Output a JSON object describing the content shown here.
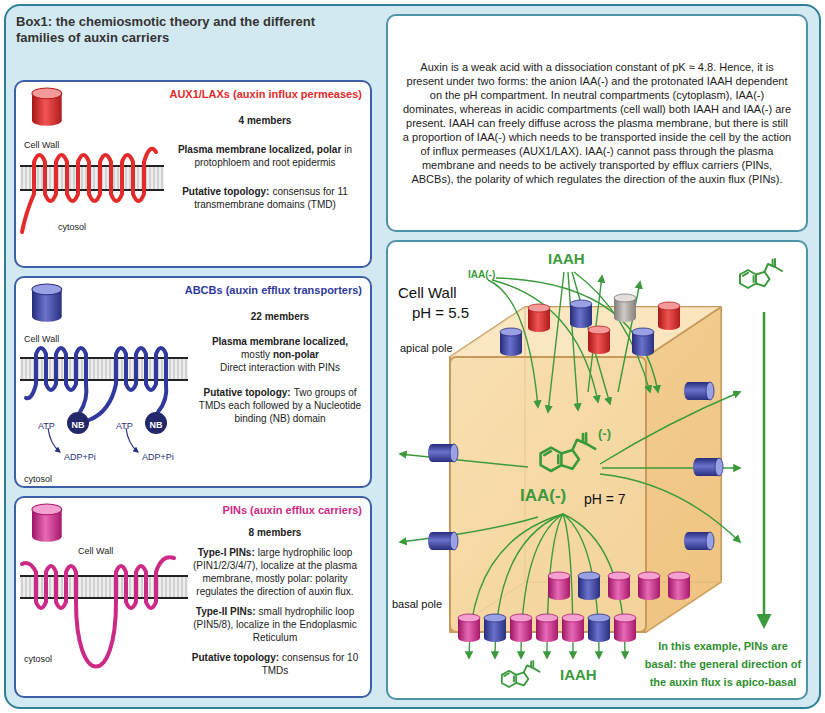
{
  "diagram": {
    "nodes": [
      {
        "text": [
          "Box1: the chemiosmotic theory and the different families of auxin carriers"
        ]
      },
      {
        "text": [
          "AUX1/LAXs (auxin influx permeases)",
          "4 members",
          "Plasma membrane localized, polar",
          "in protophloem and root epidermis",
          "Putative topology:",
          "consensus for 11 transmembrane domains (TMD)"
        ],
        "in": 0
      },
      {
        "text": [
          "ABCBs (auxin efflux transporters)",
          "22 members",
          "Plasma membrane localized,",
          "mostly",
          "non-polar",
          "Direct interaction with PINs",
          "Putative topology:",
          "Two groups of TMDs each followed by a Nucleotide binding (NB) domain"
        ],
        "in": 0
      },
      {
        "text": [
          "PINs (auxin efflux carriers)",
          "8 members",
          "Type-I PINs:",
          "large hydrophilic loop (PIN1/2/3/4/7), localize at the plasma membrane, mostly polar: polarity regulates the direction of auxin flux.",
          "Type-II PINs:",
          "small hydrophilic loop (PIN5/8), localize in the Endoplasmic Reticulum",
          "Putative topology:",
          "consensus for 10 TMDs"
        ],
        "in": 0
      },
      {
        "text": [
          "Auxin is a weak acid with a dissociation constant of pK ≈ 4.8. Hence, it is present under two forms: the anion IAA(-) and the protonated IAAH dependent on the pH compartment. In neutral compartments (cytoplasm), IAA(-) dominates, whereas in acidic compartments (cell wall) both IAAH and IAA(-) are present. IAAH can freely diffuse across the plasma membrane, but there is still a proportion of IAA(-) which needs to be transported inside the cell by the action of influx permeases (AUX1/LAX). IAA(-) cannot pass through the plasma membrane and needs to be actively transported by efflux carriers (PINs, ABCBs), the polarity of which regulates the direction of the auxin flux (PINs)."
        ],
        "in": 0
      },
      {
        "text": [
          "In this example, PINs are basal: the general direction of the auxin flux is apico-basal"
        ],
        "in": 0
      }
    ],
    "labels": [
      "Cell Wall",
      "cytosol",
      "Cell Wall",
      "ATP",
      "NB",
      "ATP",
      "NB",
      "ADP+Pi",
      "ADP+Pi",
      "cytosol",
      "Cell Wall",
      "cytosol",
      "IAA(-)",
      "IAAH",
      "Cell Wall",
      "pH = 5.5",
      "apical pole",
      "(-)",
      "IAA(-)",
      "pH = 7",
      "basal pole",
      "IAAH"
    ]
  }
}
